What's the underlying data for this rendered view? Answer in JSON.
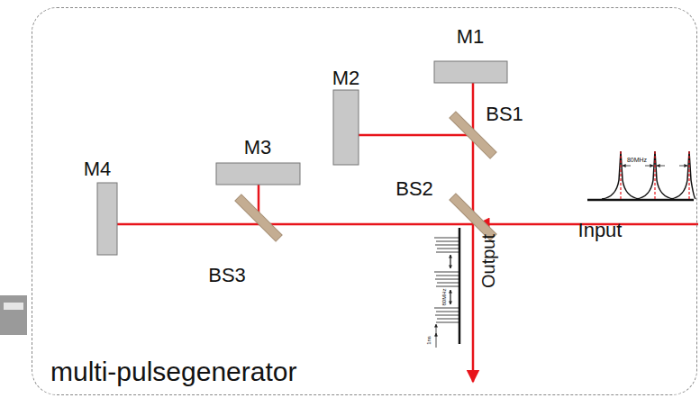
{
  "diagram": {
    "nodes": [
      {
        "text": [
          "multi-pulsegenerator"
        ]
      }
    ],
    "labels": [
      "M1",
      "M2",
      "BS1",
      "BS2",
      "M3",
      "BS3",
      "M4",
      "Input",
      "80MHz",
      "Output",
      "80MHz",
      "1ns"
    ]
  }
}
